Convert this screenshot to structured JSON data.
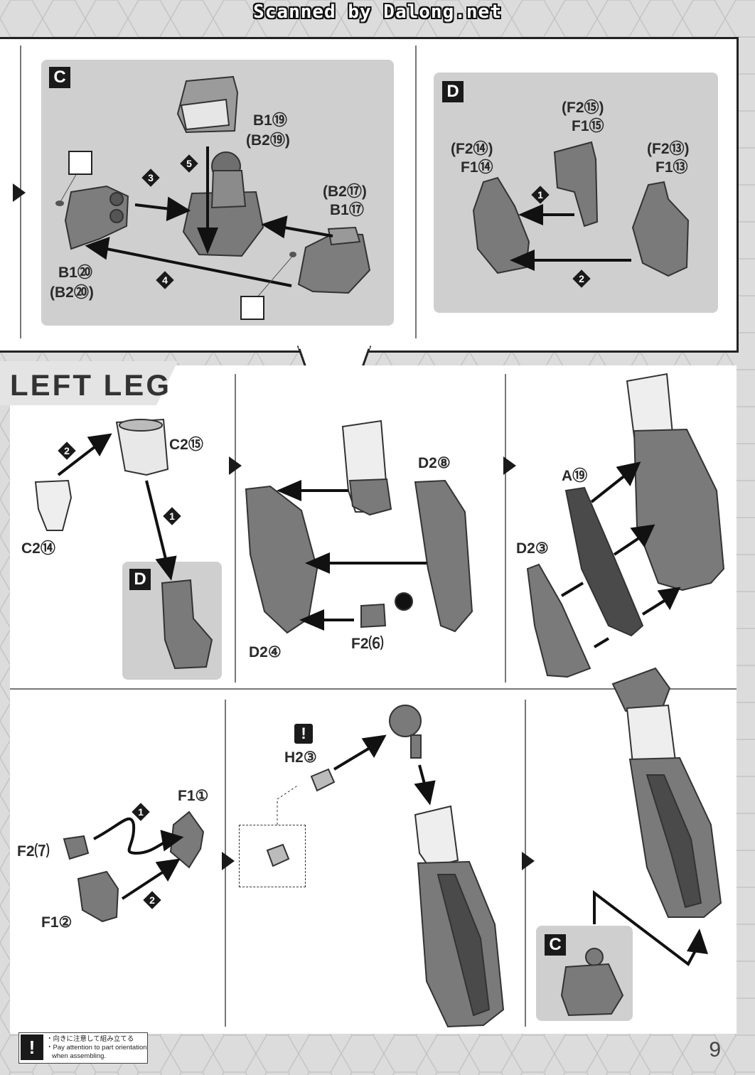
{
  "header": {
    "scan_credit": "Scanned by Dalong.net"
  },
  "top_panel": {
    "step_c": {
      "letter": "C",
      "labels": {
        "b1_19": "B1⑲",
        "b2_19": "(B2⑲)",
        "b2_17": "(B2⑰)",
        "b1_17": "B1⑰",
        "b1_20": "B1⑳",
        "b2_20": "(B2⑳)"
      },
      "steps": [
        "3",
        "5",
        "4"
      ]
    },
    "step_d": {
      "letter": "D",
      "labels": {
        "f2_15": "(F2⑮)",
        "f1_15": "F1⑮",
        "f2_14": "(F2⑭)",
        "f1_14": "F1⑭",
        "f2_13": "(F2⑬)",
        "f1_13": "F1⑬"
      },
      "steps": [
        "1",
        "2"
      ]
    }
  },
  "section_title": "LEFT LEG",
  "row1": {
    "step1": {
      "c2_15": "C2⑮",
      "c2_14": "C2⑭",
      "steps": [
        "2",
        "1"
      ],
      "sub_letter": "D"
    },
    "step2": {
      "d2_8": "D2⑧",
      "d2_4": "D2④",
      "f2_26": "F2⑹"
    },
    "step3": {
      "a_19": "A⑲",
      "d2_3": "D2③"
    }
  },
  "row2": {
    "step1": {
      "f1_1": "F1①",
      "f2_27": "F2⑺",
      "f1_2": "F1②",
      "steps": [
        "1",
        "2"
      ]
    },
    "step2": {
      "h2_3": "H2③",
      "warn": "!"
    },
    "step3": {
      "sub_letter": "C"
    }
  },
  "note": {
    "icon": "!",
    "line_jp": "・向きに注意して組み立てる",
    "line_en1": "・Pay attention to part orientation",
    "line_en2": "when assembling."
  },
  "page_number": "9"
}
